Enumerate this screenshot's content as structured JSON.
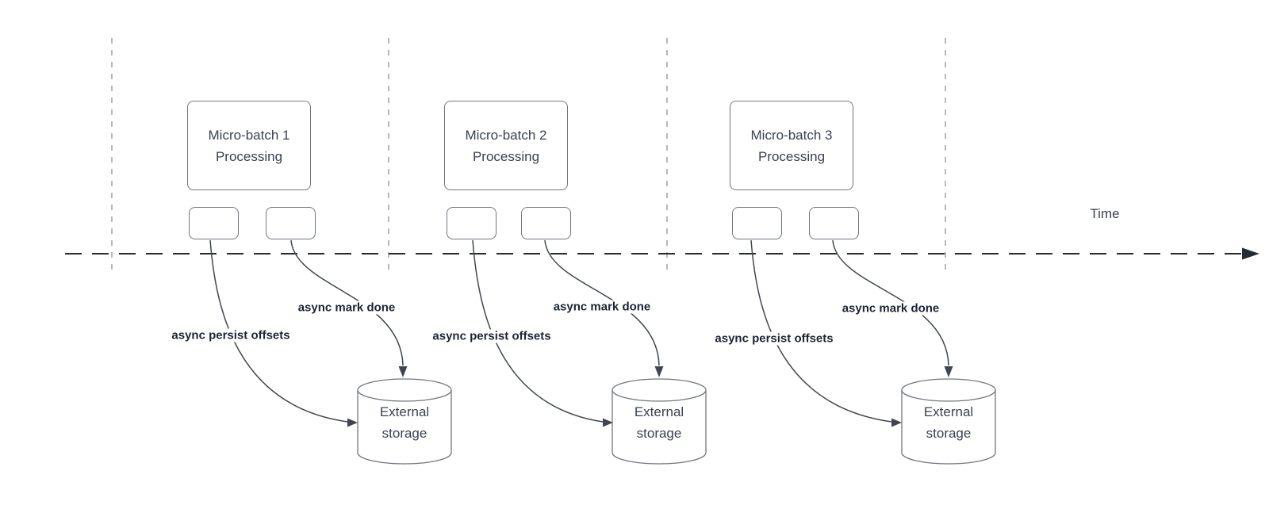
{
  "diagram": {
    "time_label": "Time",
    "groups": [
      {
        "box_line1": "Micro-batch 1",
        "box_line2": "Processing",
        "persist_label": "async persist offsets",
        "mark_done_label": "async mark done",
        "storage_line1": "External",
        "storage_line2": "storage"
      },
      {
        "box_line1": "Micro-batch 2",
        "box_line2": "Processing",
        "persist_label": "async persist offsets",
        "mark_done_label": "async mark done",
        "storage_line1": "External",
        "storage_line2": "storage"
      },
      {
        "box_line1": "Micro-batch 3",
        "box_line2": "Processing",
        "persist_label": "async persist offsets",
        "mark_done_label": "async mark done",
        "storage_line1": "External",
        "storage_line2": "storage"
      }
    ],
    "icons": {
      "axis_arrowhead": "filled-right-triangle",
      "connector_arrowhead_right": "filled-right-triangle",
      "connector_arrowhead_down": "filled-down-triangle"
    },
    "colors": {
      "background": "#ffffff",
      "node_stroke": "#707780",
      "node_text": "#3b4151",
      "connector": "#3f4650",
      "label_text": "#1d2433",
      "axis": "#262b33",
      "guide": "#a7a7ab"
    }
  }
}
